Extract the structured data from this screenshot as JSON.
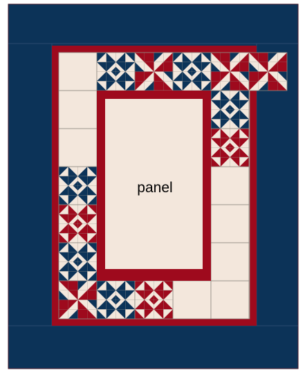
{
  "layout": {
    "title": "",
    "center_label": "panel"
  },
  "colors": {
    "navy": "#0c3358",
    "red": "#9e0a1d",
    "cream": "#f3e7dc",
    "seam": "#8f8a82",
    "outer_seam": "#2a4a6e",
    "page": "#ffffff"
  },
  "blocks": {
    "top_row": [
      "star-navy",
      "pinwheel-red",
      "star-navy",
      "pinwheel-red",
      "pinwheel-red"
    ],
    "right_column": [
      "star-navy",
      "star-red"
    ],
    "left_column": [
      "star-navy",
      "star-red",
      "star-navy"
    ],
    "bottom_row": [
      "pinwheel-red",
      "star-navy",
      "star-red"
    ],
    "plain_cream_blocks": "unpieced"
  }
}
